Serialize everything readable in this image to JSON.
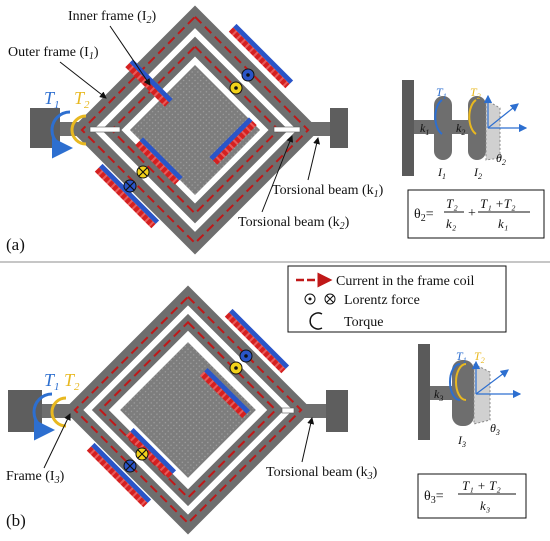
{
  "panel_a": {
    "panel_label": "(a)",
    "inner_frame_label": "Inner frame (I",
    "inner_frame_sub": "2",
    "outer_frame_label": "Outer frame (I",
    "outer_frame_sub": "1",
    "torsional_k1_label": "Torsional beam (k",
    "torsional_k1_sub": "1",
    "torsional_k2_label": "Torsional beam (k",
    "torsional_k2_sub": "2",
    "t1": "T",
    "t1_sub": "1",
    "t2": "T",
    "t2_sub": "2",
    "model_k1": "k",
    "model_k1_sub": "1",
    "model_k2": "k",
    "model_k2_sub": "2",
    "model_i1": "I",
    "model_i1_sub": "1",
    "model_i2": "I",
    "model_i2_sub": "2",
    "model_theta": "θ",
    "model_theta_sub": "2",
    "equation_lhs": "θ",
    "equation_lhs_sub": "2",
    "equation_eq": "=",
    "equation_frac1_num": "T₂",
    "equation_frac1_den": "k₂",
    "equation_plus": "+",
    "equation_frac2_num": "T₁ +T₂",
    "equation_frac2_den": "k₁"
  },
  "legend": {
    "current_label": "Current in the frame coil",
    "lorentz_label": "Lorentz force",
    "torque_label": "Torque"
  },
  "panel_b": {
    "panel_label": "(b)",
    "frame_label": "Frame (I",
    "frame_sub": "3",
    "torsional_k3_label": "Torsional beam (k",
    "torsional_k3_sub": "3",
    "t1": "T",
    "t1_sub": "1",
    "t2": "T",
    "t2_sub": "2",
    "model_k3": "k",
    "model_k3_sub": "3",
    "model_i3": "I",
    "model_i3_sub": "3",
    "model_theta": "θ",
    "model_theta_sub": "3",
    "equation_lhs": "θ",
    "equation_lhs_sub": "3",
    "equation_eq": "=",
    "equation_frac_num": "T₁ + T₂",
    "equation_frac_den": "k₃"
  },
  "colors": {
    "frame": "#6e6e6e",
    "mirror": "#8a8a8a",
    "coil_red": "#d42020",
    "coil_blue": "#2a55c8",
    "current_arrow": "#c01818",
    "t1_blue": "#2d6fd0",
    "t2_yellow": "#e8b820",
    "lorentz_yellow": "#f2d21a",
    "anchor": "#5a5a5a"
  }
}
